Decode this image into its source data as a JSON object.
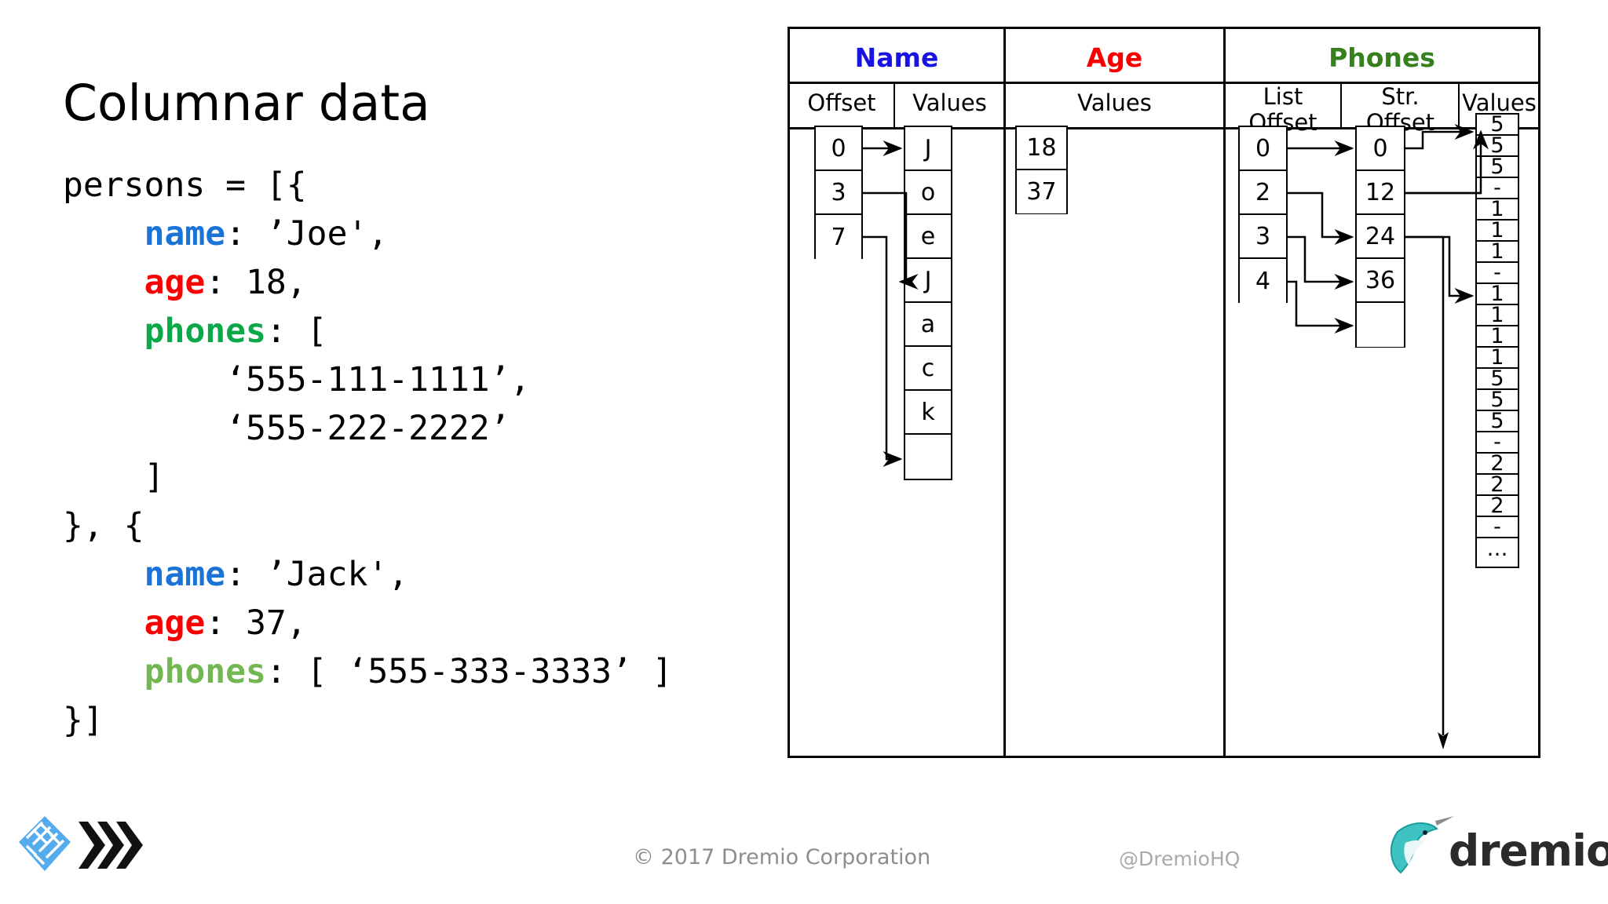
{
  "slide": {
    "title": "Columnar data"
  },
  "code": {
    "lines": [
      [
        {
          "t": "persons = [{",
          "c": "plain"
        }
      ],
      [
        {
          "t": "    ",
          "c": "plain"
        },
        {
          "t": "name",
          "c": "name"
        },
        {
          "t": ": ’Joe',",
          "c": "plain"
        }
      ],
      [
        {
          "t": "    ",
          "c": "plain"
        },
        {
          "t": "age",
          "c": "age"
        },
        {
          "t": ": 18,",
          "c": "plain"
        }
      ],
      [
        {
          "t": "    ",
          "c": "plain"
        },
        {
          "t": "phones",
          "c": "phones"
        },
        {
          "t": ": [",
          "c": "plain"
        }
      ],
      [
        {
          "t": "        ‘555-111-1111’,",
          "c": "plain"
        }
      ],
      [
        {
          "t": "        ‘555-222-2222’",
          "c": "plain"
        }
      ],
      [
        {
          "t": "    ]",
          "c": "plain"
        }
      ],
      [
        {
          "t": "}, {",
          "c": "plain"
        }
      ],
      [
        {
          "t": "    ",
          "c": "plain"
        },
        {
          "t": "name",
          "c": "name"
        },
        {
          "t": ": ’Jack',",
          "c": "plain"
        }
      ],
      [
        {
          "t": "    ",
          "c": "plain"
        },
        {
          "t": "age",
          "c": "age"
        },
        {
          "t": ": 37,",
          "c": "plain"
        }
      ],
      [
        {
          "t": "    ",
          "c": "plain"
        },
        {
          "t": "phones",
          "c": "phones2"
        },
        {
          "t": ": [ ‘555-333-3333’ ]",
          "c": "plain"
        }
      ],
      [
        {
          "t": "}]",
          "c": "plain"
        }
      ]
    ]
  },
  "table": {
    "groups": [
      {
        "label": "Name",
        "color": "#1a14e0"
      },
      {
        "label": "Age",
        "color": "#fa0000"
      },
      {
        "label": "Phones",
        "color": "#37801e"
      }
    ],
    "subheaders": [
      {
        "label": "Offset"
      },
      {
        "label": "Values"
      },
      {
        "label": "Values"
      },
      {
        "label": "List\nOffset",
        "line1": "List",
        "line2": "Offset"
      },
      {
        "label": "Str.\nOffset",
        "line1": "Str.",
        "line2": "Offset"
      },
      {
        "label": "Values"
      }
    ],
    "name_offsets": [
      "0",
      "3",
      "7"
    ],
    "name_values": [
      "J",
      "o",
      "e",
      "J",
      "a",
      "c",
      "k",
      ""
    ],
    "age_values": [
      "18",
      "37"
    ],
    "phones_list_offsets": [
      "0",
      "2",
      "3",
      "4"
    ],
    "phones_str_offsets": [
      "0",
      "12",
      "24",
      "36",
      ""
    ],
    "phones_values": [
      "5",
      "5",
      "5",
      "-",
      "1",
      "1",
      "1",
      "-",
      "1",
      "1",
      "1",
      "1",
      "5",
      "5",
      "5",
      "-",
      "2",
      "2",
      "2",
      "-",
      "…"
    ]
  },
  "footer": {
    "copyright": "© 2017 Dremio Corporation",
    "handle": "@DremioHQ",
    "brand": "dremio"
  }
}
